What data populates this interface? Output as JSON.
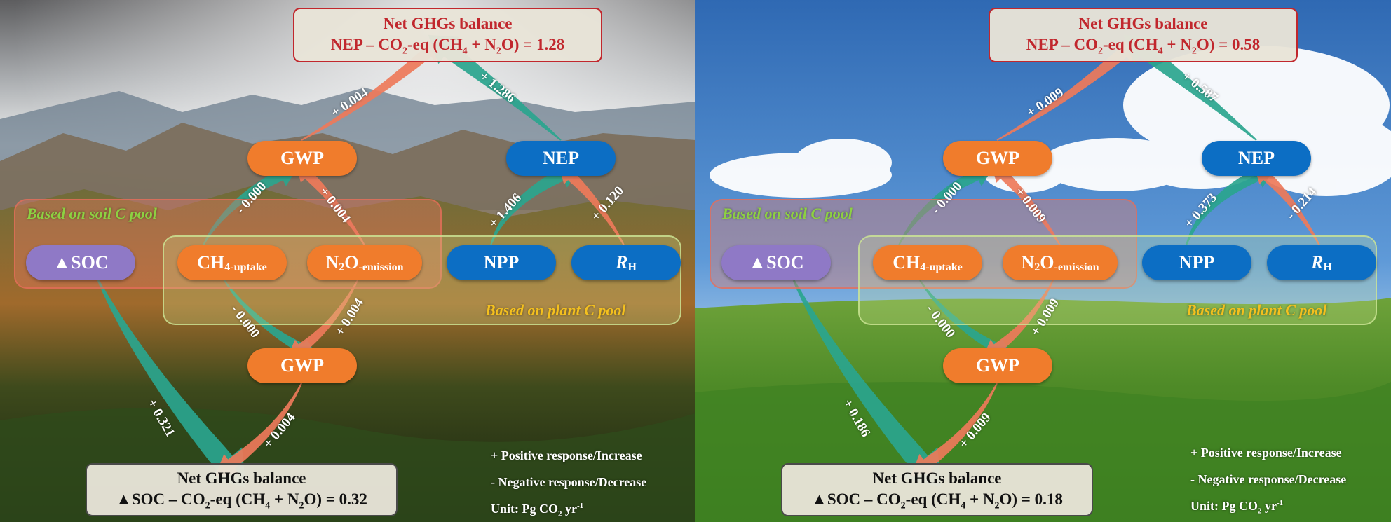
{
  "colors": {
    "orange": "#f07c2c",
    "blue": "#0c6ec4",
    "purple": "#8f79c6",
    "teal_arrow": "#2aa58e",
    "salmon_arrow": "#ee7a5a",
    "top_border": "#c1272d"
  },
  "panels": [
    {
      "id": "mountain-forest",
      "top": {
        "title": "Net GHGs balance",
        "eq_prefix": "NEP – CO",
        "eq_mid": "-eq (CH",
        "eq_mid2": " + N",
        "eq_suffix": "O) = 1.28",
        "sub2": "2",
        "sub4": "4"
      },
      "bottom": {
        "title": "Net GHGs balance",
        "eq_prefix": "▲SOC – CO",
        "eq_mid": "-eq (CH",
        "eq_mid2": " + N",
        "eq_suffix": "O) = 0.32",
        "sub2": "2",
        "sub4": "4"
      },
      "nodes": {
        "gwp_top": "GWP",
        "nep": "NEP",
        "soc": "▲SOC",
        "ch4_main": "CH",
        "ch4_sub": "4-uptake",
        "n2o_a": "N",
        "n2o_b": "2",
        "n2o_c": "O",
        "n2o_sub": "-emission",
        "npp": "NPP",
        "rh_main": "R",
        "rh_sub": "H",
        "gwp_bottom": "GWP"
      },
      "pools": {
        "soil": "Based on soil C pool",
        "plant": "Based on plant C pool"
      },
      "labels": {
        "gwp_to_top": "+ 0.004",
        "nep_to_top": "+ 1.286",
        "ch4_to_gwp_top": "- 0.000",
        "n2o_to_gwp_top": "+ 0.004",
        "npp_to_nep": "+ 1.406",
        "rh_to_nep": "+ 0.120",
        "ch4_to_gwp_bot": "- 0.000",
        "n2o_to_gwp_bot": "+ 0.004",
        "soc_to_bottom": "+ 0.321",
        "gwp_to_bottom": "+ 0.004"
      },
      "legend": {
        "positive": "+ Positive response/Increase",
        "negative": "- Negative response/Decrease",
        "unit_prefix": "Unit: Pg CO",
        "unit_sub": "2",
        "unit_mid": " yr",
        "unit_sup": "-1"
      }
    },
    {
      "id": "grassland",
      "top": {
        "title": "Net GHGs balance",
        "eq_prefix": "NEP – CO",
        "eq_mid": "-eq (CH",
        "eq_mid2": " + N",
        "eq_suffix": "O) = 0.58",
        "sub2": "2",
        "sub4": "4"
      },
      "bottom": {
        "title": "Net GHGs balance",
        "eq_prefix": "▲SOC – CO",
        "eq_mid": "-eq (CH",
        "eq_mid2": " + N",
        "eq_suffix": "O) = 0.18",
        "sub2": "2",
        "sub4": "4"
      },
      "nodes": {
        "gwp_top": "GWP",
        "nep": "NEP",
        "soc": "▲SOC",
        "ch4_main": "CH",
        "ch4_sub": "4-uptake",
        "n2o_a": "N",
        "n2o_b": "2",
        "n2o_c": "O",
        "n2o_sub": "-emission",
        "npp": "NPP",
        "rh_main": "R",
        "rh_sub": "H",
        "gwp_bottom": "GWP"
      },
      "pools": {
        "soil": "Based on soil C pool",
        "plant": "Based on plant C pool"
      },
      "labels": {
        "gwp_to_top": "+ 0.009",
        "nep_to_top": "+ 0.587",
        "ch4_to_gwp_top": "- 0.000",
        "n2o_to_gwp_top": "+ 0.009",
        "npp_to_nep": "+ 0.373",
        "rh_to_nep": "- 0.214",
        "ch4_to_gwp_bot": "- 0.000",
        "n2o_to_gwp_bot": "+ 0.009",
        "soc_to_bottom": "+ 0.186",
        "gwp_to_bottom": "+ 0.009"
      },
      "legend": {
        "positive": "+ Positive response/Increase",
        "negative": "- Negative response/Decrease",
        "unit_prefix": "Unit: Pg CO",
        "unit_sub": "2",
        "unit_mid": " yr",
        "unit_sup": "-1"
      }
    }
  ]
}
